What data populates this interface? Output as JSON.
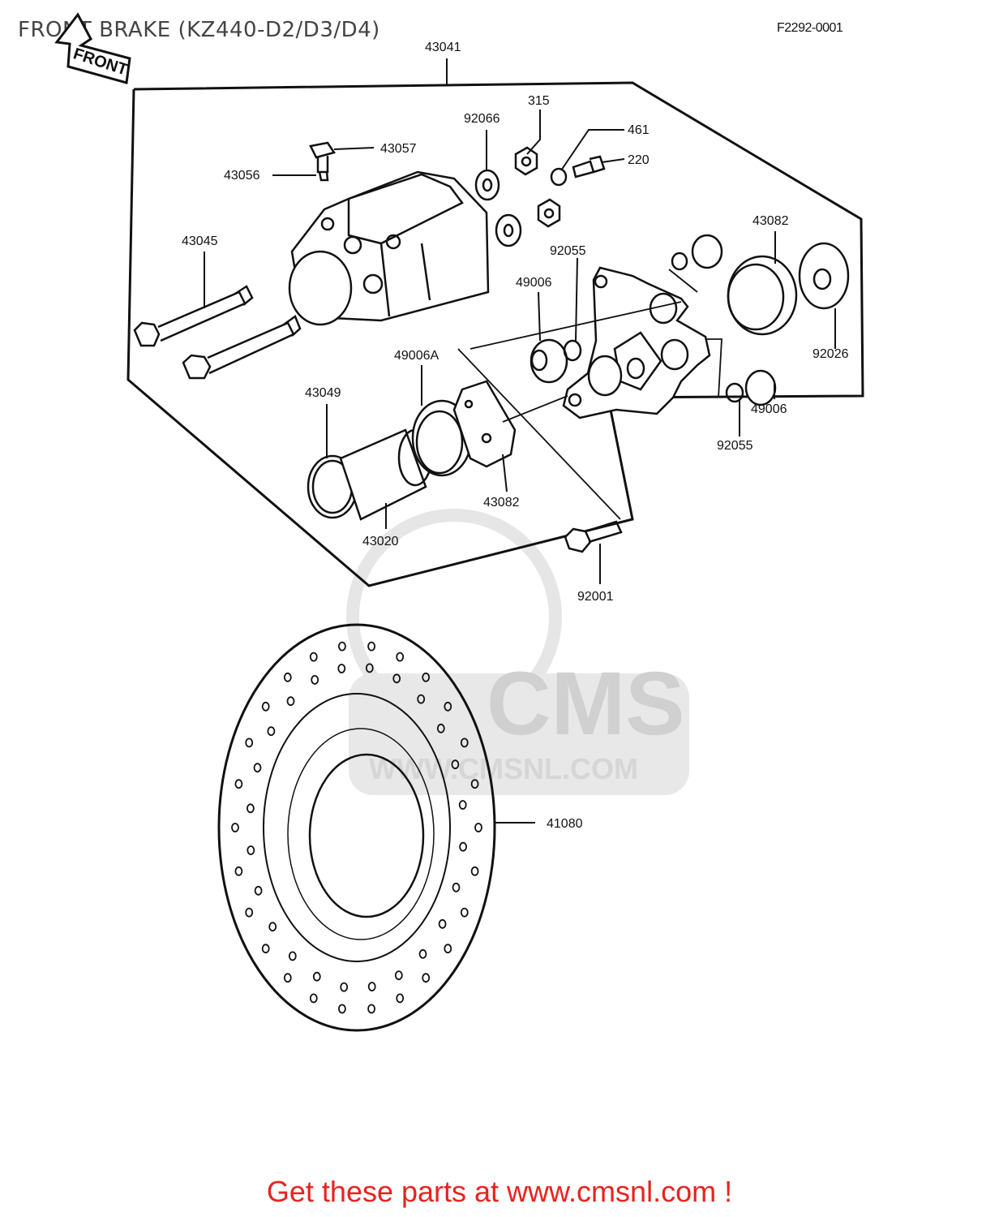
{
  "page": {
    "title": "FRONT BRAKE (KZ440-D2/D3/D4)",
    "figure_code": "F2292-0001",
    "call_to_action": "Get these parts at www.cmsnl.com !"
  },
  "watermark": {
    "brand": "CMS",
    "url": "WWW.CMSNL.COM"
  },
  "arrow_label": "FRONT",
  "colors": {
    "title": "#444444",
    "call_to_action": "#e8231f",
    "line_art": "#111111",
    "watermark": "#d9d9d9"
  },
  "parts": [
    {
      "key": "p43041",
      "label": "43041"
    },
    {
      "key": "p315",
      "label": "315"
    },
    {
      "key": "p92066",
      "label": "92066"
    },
    {
      "key": "p461",
      "label": "461"
    },
    {
      "key": "p43057",
      "label": "43057"
    },
    {
      "key": "p220",
      "label": "220"
    },
    {
      "key": "p43056",
      "label": "43056"
    },
    {
      "key": "p43045",
      "label": "43045"
    },
    {
      "key": "p43082a",
      "label": "43082"
    },
    {
      "key": "p92055a",
      "label": "92055"
    },
    {
      "key": "p49006a",
      "label": "49006"
    },
    {
      "key": "p92026",
      "label": "92026"
    },
    {
      "key": "p49006A",
      "label": "49006A"
    },
    {
      "key": "p43049",
      "label": "43049"
    },
    {
      "key": "p49006b",
      "label": "49006"
    },
    {
      "key": "p92055b",
      "label": "92055"
    },
    {
      "key": "p43082b",
      "label": "43082"
    },
    {
      "key": "p43020",
      "label": "43020"
    },
    {
      "key": "p92001",
      "label": "92001"
    },
    {
      "key": "p41080",
      "label": "41080"
    }
  ]
}
